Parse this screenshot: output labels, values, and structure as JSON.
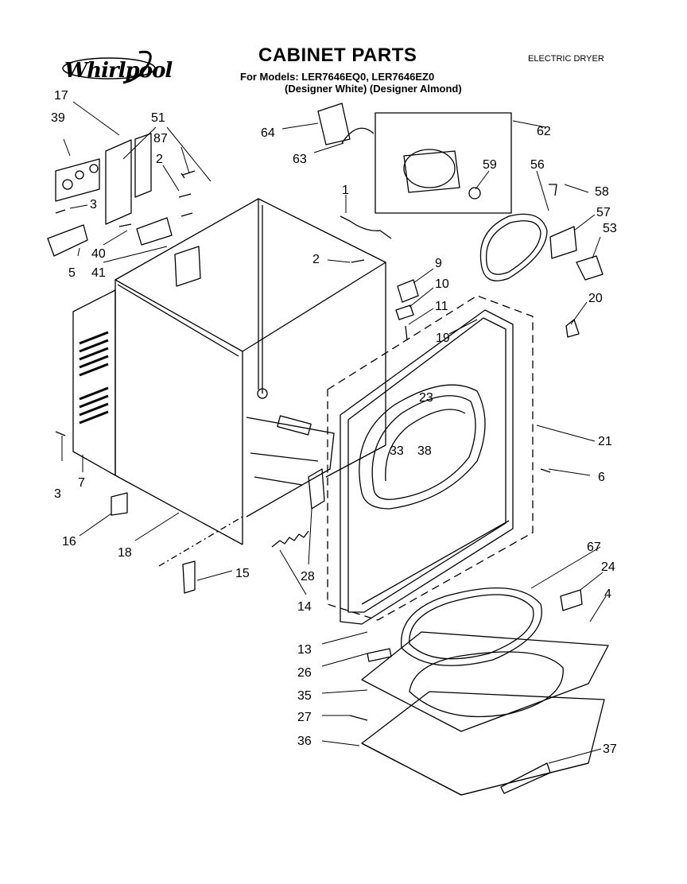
{
  "header": {
    "brand": "Whirlpool",
    "title": "CABINET PARTS",
    "models_line": "For Models: LER7646EQ0, LER7646EZ0",
    "variants_line": "(Designer White) (Designer Almond)",
    "product_type": "ELECTRIC DRYER"
  },
  "callouts": {
    "p17": "17",
    "p39": "39",
    "p51": "51",
    "p87": "87",
    "p2a": "2",
    "p3a": "3",
    "p40": "40",
    "p41": "41",
    "p5": "5",
    "p64": "64",
    "p63": "63",
    "p62": "62",
    "p59": "59",
    "p56": "56",
    "p58": "58",
    "p57": "57",
    "p53": "53",
    "p1": "1",
    "p2b": "2",
    "p9": "9",
    "p10": "10",
    "p11": "11",
    "p19": "19",
    "p20": "20",
    "p21": "21",
    "p23": "23",
    "p33": "33",
    "p38": "38",
    "p6": "6",
    "p3b": "3",
    "p7": "7",
    "p16": "16",
    "p18": "18",
    "p15": "15",
    "p28": "28",
    "p14": "14",
    "p67": "67",
    "p24": "24",
    "p4": "4",
    "p13": "13",
    "p26": "26",
    "p35": "35",
    "p27": "27",
    "p36": "36",
    "p37": "37"
  }
}
